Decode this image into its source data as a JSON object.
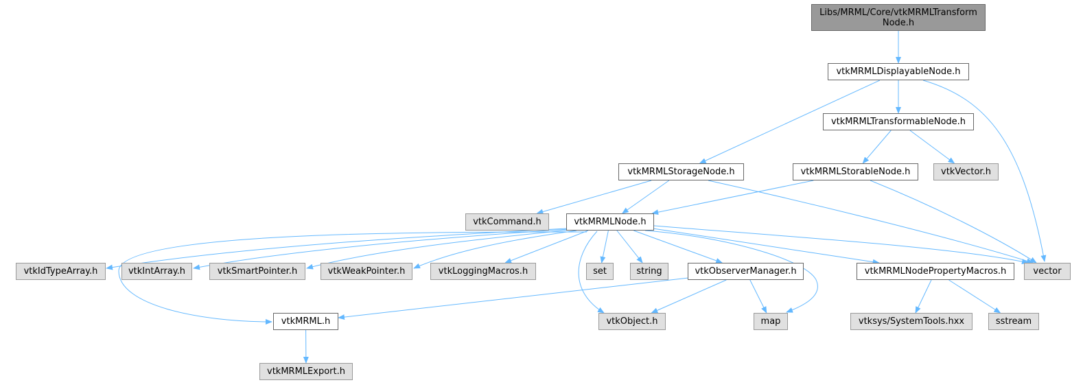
{
  "colors": {
    "edge": "#63b8ff",
    "root_fill": "#999999",
    "external_fill": "#e0e0e0",
    "documented_fill": "#ffffff"
  },
  "nodes": [
    {
      "id": "root",
      "kind": "root",
      "label": "Libs/MRML/Core/vtkMRMLTransform\nNode.h"
    },
    {
      "id": "displayable",
      "kind": "doc",
      "label": "vtkMRMLDisplayableNode.h"
    },
    {
      "id": "transformable",
      "kind": "doc",
      "label": "vtkMRMLTransformableNode.h"
    },
    {
      "id": "storage",
      "kind": "doc",
      "label": "vtkMRMLStorageNode.h"
    },
    {
      "id": "storable",
      "kind": "doc",
      "label": "vtkMRMLStorableNode.h"
    },
    {
      "id": "vtkvector",
      "kind": "ext",
      "label": "vtkVector.h"
    },
    {
      "id": "command",
      "kind": "ext",
      "label": "vtkCommand.h"
    },
    {
      "id": "node",
      "kind": "doc",
      "label": "vtkMRMLNode.h"
    },
    {
      "id": "idtype",
      "kind": "ext",
      "label": "vtkIdTypeArray.h"
    },
    {
      "id": "intarray",
      "kind": "ext",
      "label": "vtkIntArray.h"
    },
    {
      "id": "smartptr",
      "kind": "ext",
      "label": "vtkSmartPointer.h"
    },
    {
      "id": "weakptr",
      "kind": "ext",
      "label": "vtkWeakPointer.h"
    },
    {
      "id": "logging",
      "kind": "ext",
      "label": "vtkLoggingMacros.h"
    },
    {
      "id": "set",
      "kind": "ext",
      "label": "set"
    },
    {
      "id": "string",
      "kind": "ext",
      "label": "string"
    },
    {
      "id": "observer",
      "kind": "doc",
      "label": "vtkObserverManager.h"
    },
    {
      "id": "propmacros",
      "kind": "doc",
      "label": "vtkMRMLNodePropertyMacros.h"
    },
    {
      "id": "vector",
      "kind": "ext",
      "label": "vector"
    },
    {
      "id": "mrml",
      "kind": "doc",
      "label": "vtkMRML.h"
    },
    {
      "id": "object",
      "kind": "ext",
      "label": "vtkObject.h"
    },
    {
      "id": "map",
      "kind": "ext",
      "label": "map"
    },
    {
      "id": "systools",
      "kind": "ext",
      "label": "vtksys/SystemTools.hxx"
    },
    {
      "id": "sstream",
      "kind": "ext",
      "label": "sstream"
    },
    {
      "id": "export",
      "kind": "ext",
      "label": "vtkMRMLExport.h"
    }
  ],
  "edges": [
    [
      "root",
      "displayable"
    ],
    [
      "displayable",
      "transformable"
    ],
    [
      "displayable",
      "storage"
    ],
    [
      "displayable",
      "vector"
    ],
    [
      "transformable",
      "storable"
    ],
    [
      "transformable",
      "vtkvector"
    ],
    [
      "storage",
      "command"
    ],
    [
      "storage",
      "node"
    ],
    [
      "storage",
      "vector"
    ],
    [
      "storable",
      "node"
    ],
    [
      "storable",
      "vector"
    ],
    [
      "node",
      "mrml"
    ],
    [
      "node",
      "idtype"
    ],
    [
      "node",
      "intarray"
    ],
    [
      "node",
      "smartptr"
    ],
    [
      "node",
      "weakptr"
    ],
    [
      "node",
      "logging"
    ],
    [
      "node",
      "object"
    ],
    [
      "node",
      "set"
    ],
    [
      "node",
      "string"
    ],
    [
      "node",
      "observer"
    ],
    [
      "node",
      "map"
    ],
    [
      "node",
      "propmacros"
    ],
    [
      "node",
      "vector"
    ],
    [
      "observer",
      "mrml"
    ],
    [
      "observer",
      "object"
    ],
    [
      "observer",
      "map"
    ],
    [
      "propmacros",
      "systools"
    ],
    [
      "propmacros",
      "sstream"
    ],
    [
      "mrml",
      "export"
    ]
  ]
}
